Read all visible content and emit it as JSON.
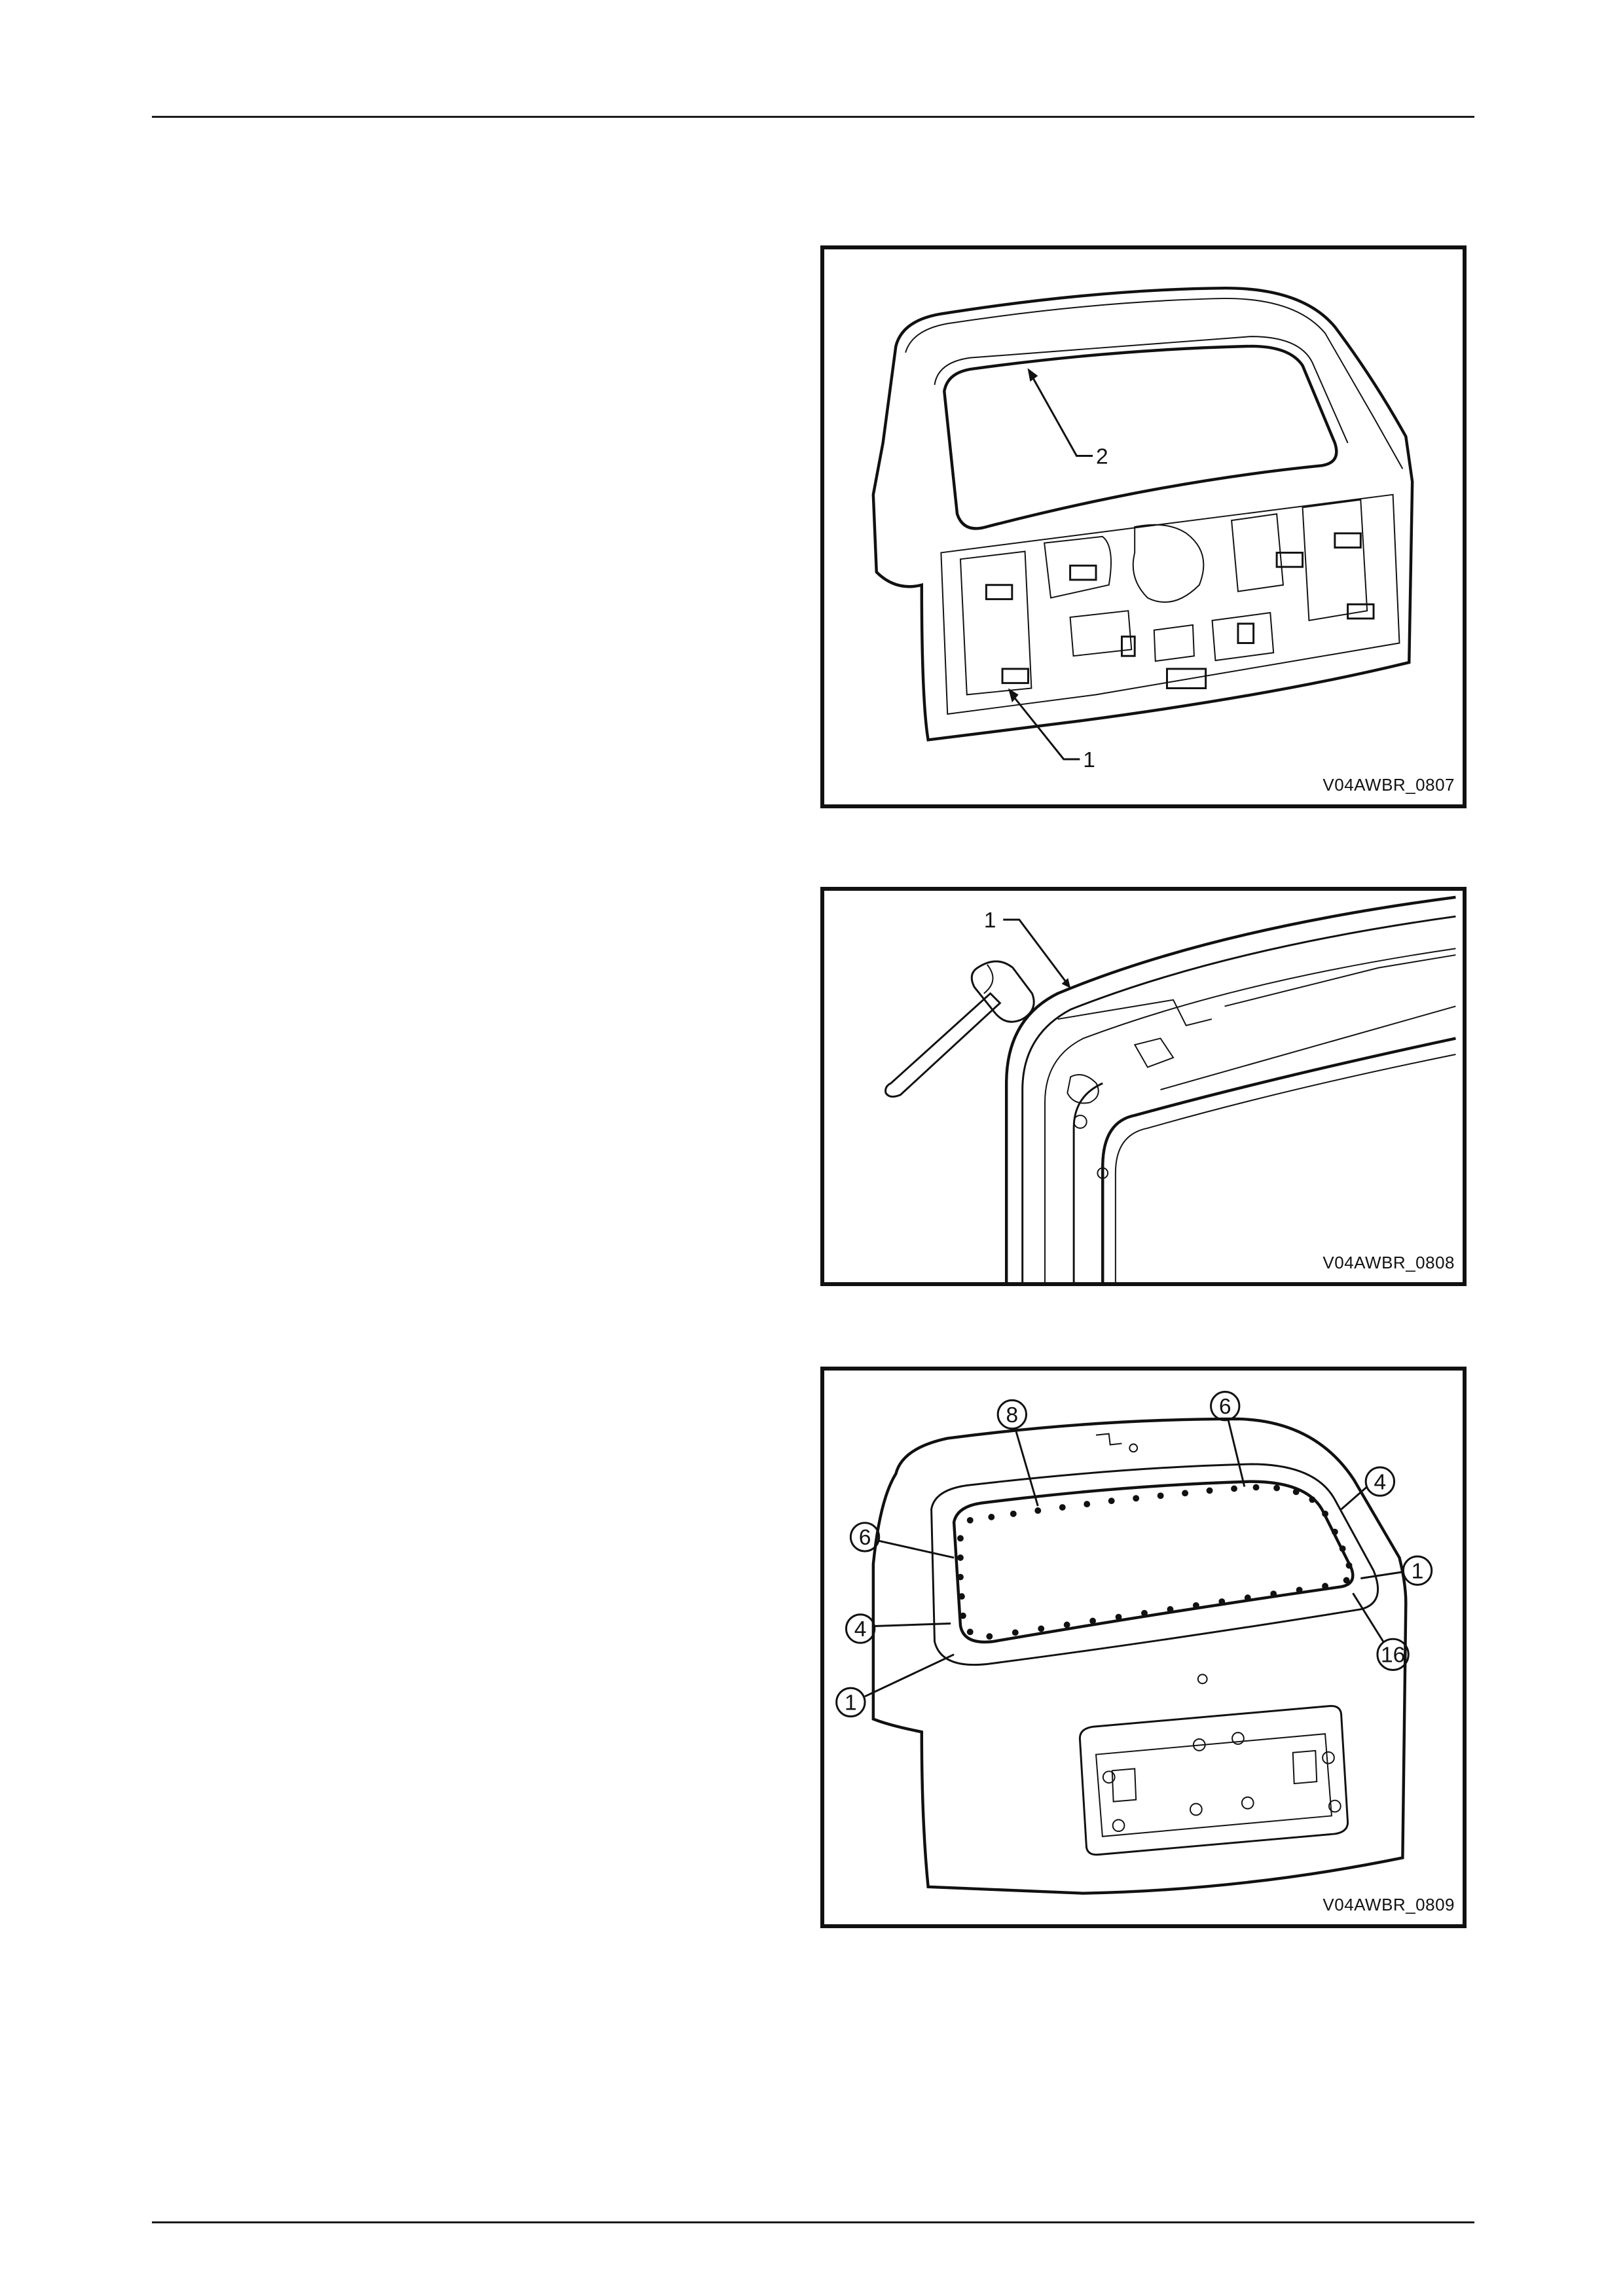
{
  "figures": [
    {
      "id": "V04AWBR_0807",
      "callouts": [
        "1",
        "2"
      ]
    },
    {
      "id": "V04AWBR_0808",
      "callouts": [
        "1"
      ]
    },
    {
      "id": "V04AWBR_0809",
      "callouts": [
        "8",
        "6",
        "4",
        "6",
        "4",
        "1",
        "1",
        "16"
      ]
    }
  ]
}
